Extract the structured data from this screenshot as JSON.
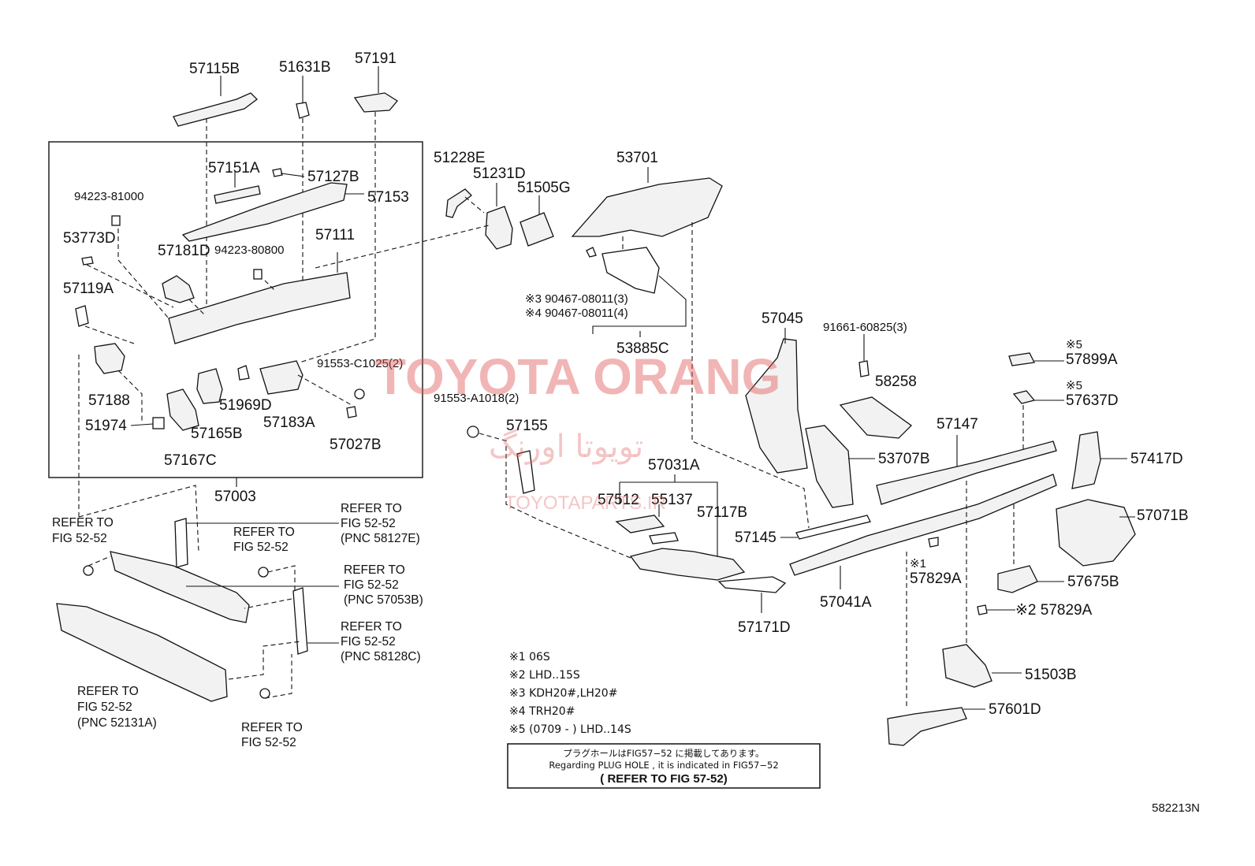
{
  "labels": {
    "p57115b": "57115B",
    "p51631b": "51631B",
    "p57191": "57191",
    "p57151a": "57151A",
    "p57127b": "57127B",
    "p57153": "57153",
    "p94223_81000": "94223-81000",
    "p53773d": "53773D",
    "p57181d": "57181D",
    "p94223_80800": "94223-80800",
    "p57111": "57111",
    "p57119a": "57119A",
    "p91553_c1025": "91553-C1025(2)",
    "p57188": "57188",
    "p51969d": "51969D",
    "p51974": "51974",
    "p57165b": "57165B",
    "p57183a": "57183A",
    "p57167c": "57167C",
    "p57027b": "57027B",
    "p57003": "57003",
    "p51228e": "51228E",
    "p51231d": "51231D",
    "p51505g": "51505G",
    "p53701": "53701",
    "p90467_3": "※3 90467-08011(3)",
    "p90467_4": "※4 90467-08011(4)",
    "p53885c": "53885C",
    "p57045": "57045",
    "p91661": "91661-60825(3)",
    "p58258": "58258",
    "p57899a_mark": "※5",
    "p57899a": "57899A",
    "p57637d_mark": "※5",
    "p57637d": "57637D",
    "p91553_a1018": "91553-A1018(2)",
    "p57155": "57155",
    "p57147": "57147",
    "p53707b": "53707B",
    "p57417d": "57417D",
    "p57031a": "57031A",
    "p57512": "57512",
    "p55137": "55137",
    "p57117b": "57117B",
    "p57071b": "57071B",
    "p57145": "57145",
    "p57829a_mark1": "※1",
    "p57829a_1": "57829A",
    "p57041a": "57041A",
    "p57675b": "57675B",
    "p57829a_2": "※2 57829A",
    "p57171d": "57171D",
    "p51503b": "51503B",
    "p57601d": "57601D"
  },
  "refs": {
    "ref_a": [
      "REFER TO",
      "FIG 52-52"
    ],
    "ref_b": [
      "REFER TO",
      "FIG 52-52",
      "(PNC 58127E)"
    ],
    "ref_c": [
      "REFER TO",
      "FIG 52-52"
    ],
    "ref_d": [
      "REFER TO",
      "FIG 52-52",
      "(PNC 57053B)"
    ],
    "ref_e": [
      "REFER TO",
      "FIG 52-52",
      "(PNC 58128C)"
    ],
    "ref_f": [
      "REFER TO",
      "FIG 52-52",
      "(PNC 52131A)"
    ],
    "ref_g": [
      "REFER TO",
      "FIG 52-52"
    ]
  },
  "notes": [
    "※1 06S",
    "※2 LHD..15S",
    "※3 KDH20#,LH20#",
    "※4 TRH20#",
    "※5 (0709 -          ) LHD..14S"
  ],
  "plug_hole_box": {
    "line1": "プラグホールはFIG57−52 に掲載してあります。",
    "line2": "Regarding PLUG HOLE , it is indicated in FIG57−52",
    "line3": "( REFER TO FIG 57-52)"
  },
  "watermark": {
    "main": "TOYOTA ORANG",
    "arabic": "تویوتا اورنگ",
    "site": "TOYOTAPARTS.IR"
  },
  "figure_code": "582213N",
  "colors": {
    "line": "#111111",
    "watermark": "#e05a5a"
  }
}
